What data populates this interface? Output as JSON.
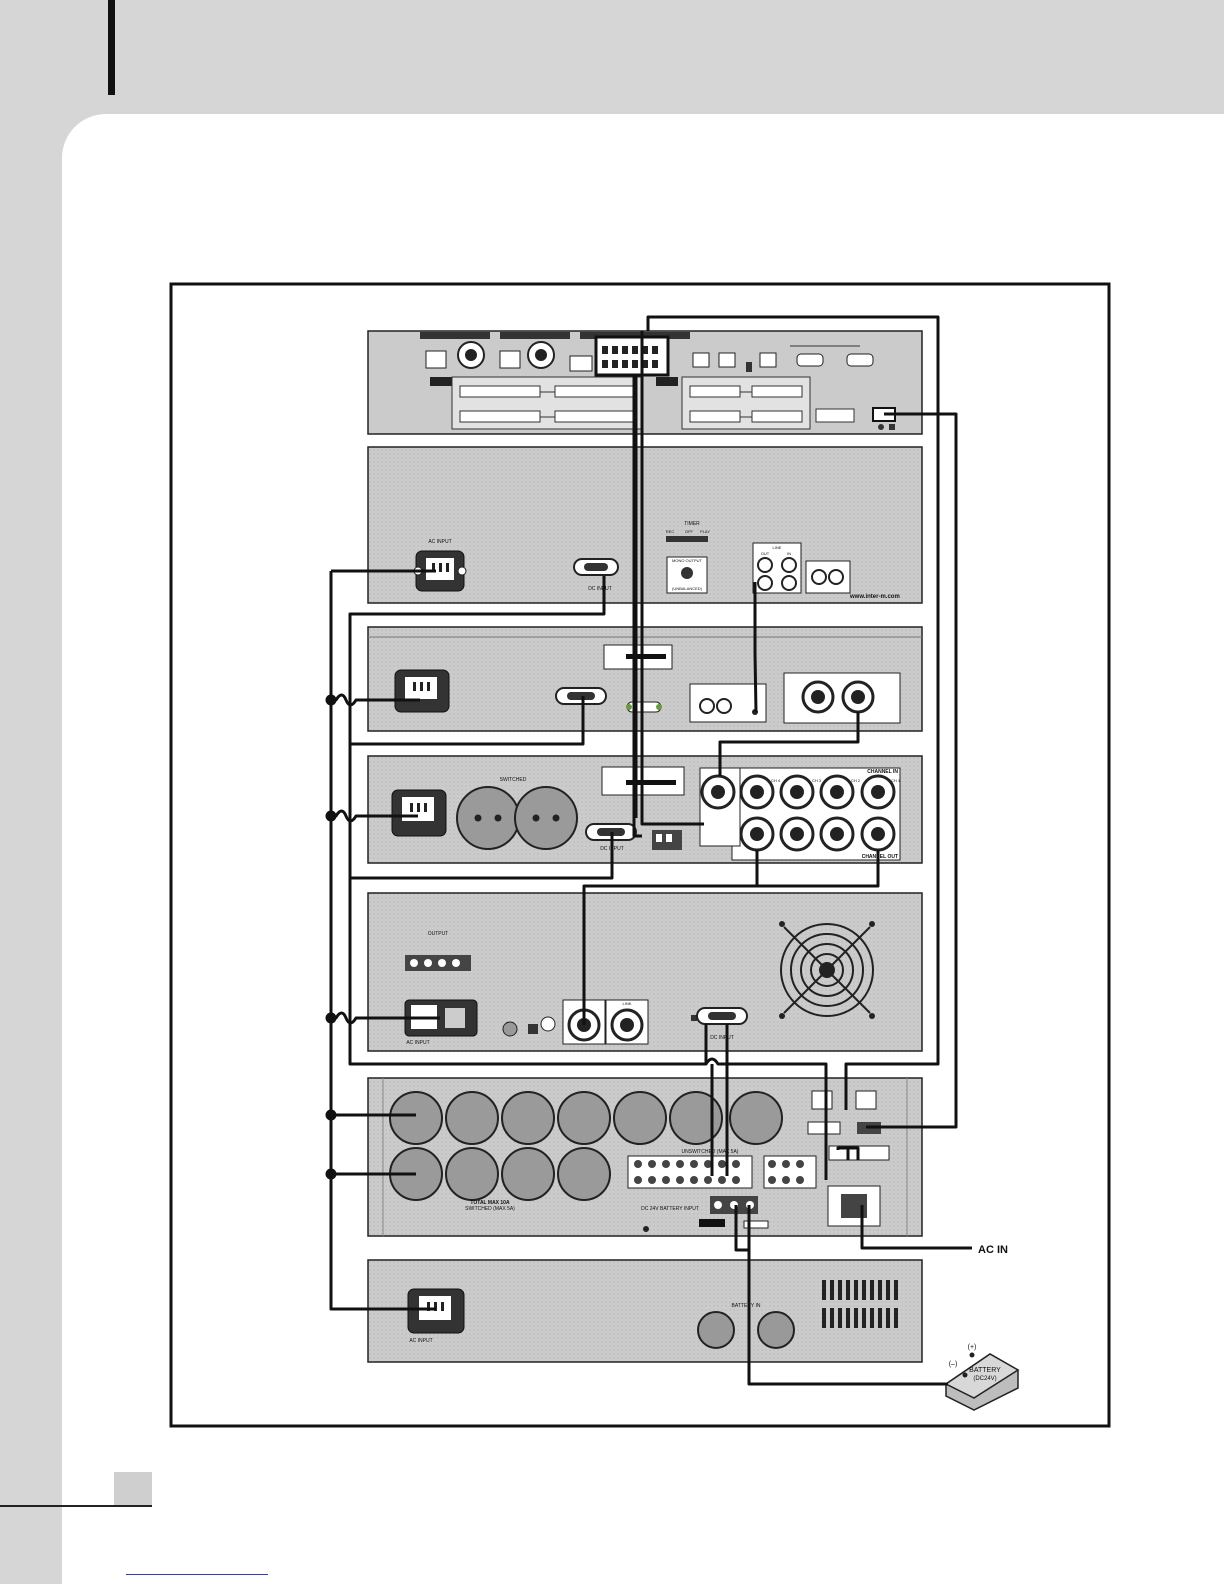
{
  "labels": {
    "ac_in": "AC IN",
    "battery_line1": "BATTERY",
    "battery_line2": "(DC24V)",
    "battery_minus": "(–)",
    "battery_plus": "(+)",
    "website": "www.inter-m.com",
    "ac_input_unit2": "AC INPUT",
    "ac_input_unit5": "AC INPUT",
    "ac_input_unit7": "AC INPUT",
    "dc_input_unit2": "DC INPUT",
    "dc_input_unit4": "DC INPUT",
    "dc_input_unit5": "DC INPUT",
    "timer": "TIMER",
    "timer_rec": "REC",
    "timer_off": "OFF",
    "timer_play": "PLAY",
    "mono_output_l1": "MONO OUTPUT",
    "mono_output_l2": "(UNBALANCED)",
    "line_label": "LINE",
    "line_out": "OUT",
    "line_in": "IN",
    "channel_in": "CHANNEL IN",
    "channel_out": "CHANNEL OUT",
    "ch1": "CH 1",
    "ch2": "CH 2",
    "ch3": "CH 3",
    "ch4": "CH 4",
    "outlet_label": "SWITCHED",
    "output_label": "OUTPUT",
    "battery_in": "BATTERY IN",
    "dc_battery_input": "DC 24V BATTERY INPUT",
    "unswitched_label": "UNSWITCHED (MAX 5A)",
    "switched_label": "SWITCHED (MAX 5A)",
    "total_max": "TOTAL MAX 10A",
    "link_label": "LINK"
  },
  "colors": {
    "panel_fill": "#cbcbcb",
    "panel_stroke": "#222222",
    "wire": "#111111",
    "page_margin": "#d6d6d6"
  },
  "icons": [
    "xlr-connector-icon",
    "socket-outlet-icon",
    "iec-inlet-icon",
    "fan-grille-icon",
    "battery-icon",
    "terminal-block-icon"
  ]
}
